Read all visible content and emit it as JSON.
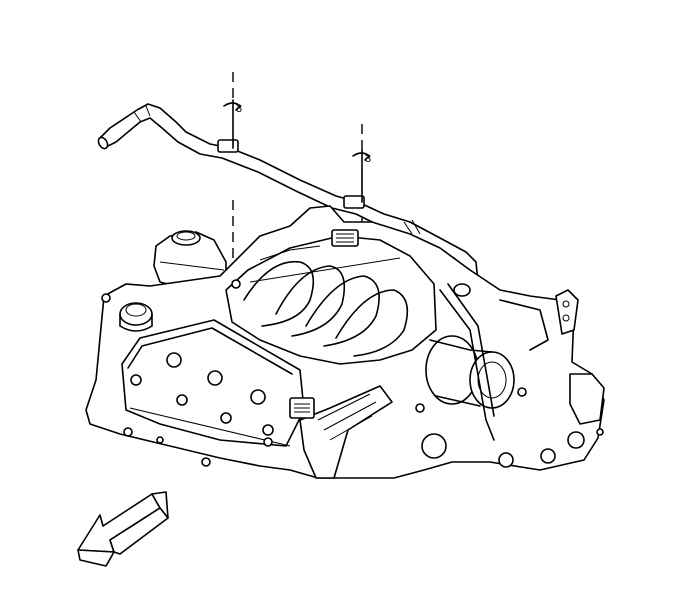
{
  "callouts": [
    {
      "id": "fastener-left",
      "label": "3"
    },
    {
      "id": "fastener-right",
      "label": "3"
    }
  ],
  "orientation_arrow": {
    "icon": "front-of-vehicle-arrow-icon"
  },
  "colors": {
    "line": "#000000",
    "fill": "#ffffff",
    "arrow_fill": "#ffffff"
  }
}
